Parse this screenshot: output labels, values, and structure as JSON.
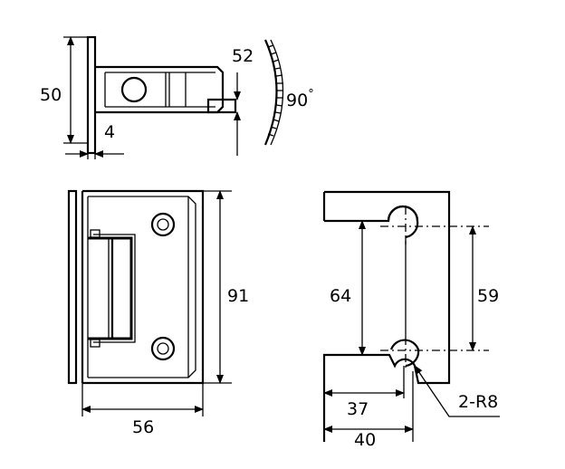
{
  "dimensions": {
    "top_height": "50",
    "top_thickness": "4",
    "top_offset": "52",
    "angle": "90",
    "angle_unit": "°",
    "front_height": "91",
    "front_width": "56",
    "side_hole_outer": "64",
    "side_hole_inner": "59",
    "side_width_inner": "37",
    "side_width_outer": "40",
    "radius_note": "2-R8"
  }
}
